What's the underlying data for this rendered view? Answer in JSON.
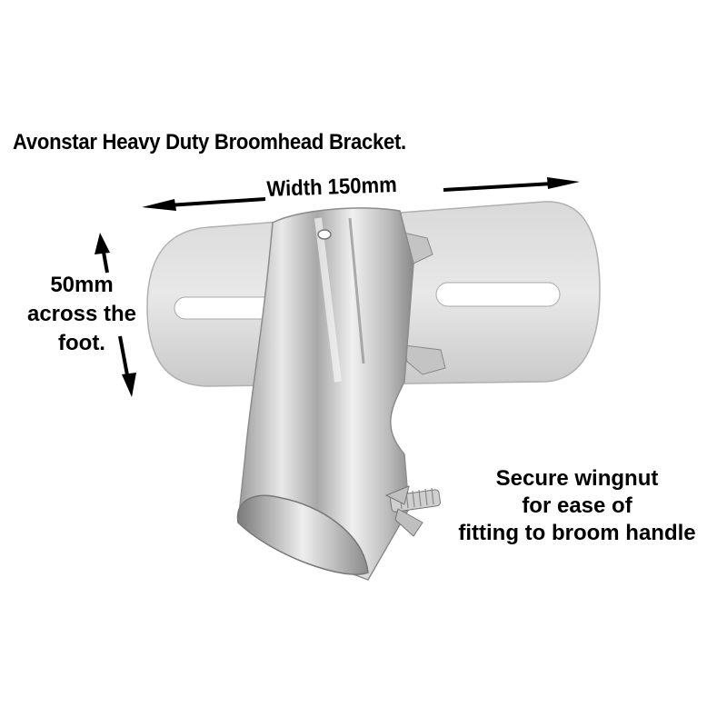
{
  "title": "Avonstar Heavy Duty Broomhead Bracket.",
  "dimensions": {
    "width_label": "Width 150mm",
    "foot_label_lines": [
      "50mm",
      "across the",
      "foot."
    ]
  },
  "feature": {
    "lines": [
      "Secure wingnut",
      "for ease of",
      "fitting to broom handle"
    ]
  },
  "colors": {
    "background": "#ffffff",
    "text": "#000000",
    "metal_light": "#e6e6e6",
    "metal_mid": "#bdbdbd",
    "metal_dark": "#7a7a7a"
  }
}
